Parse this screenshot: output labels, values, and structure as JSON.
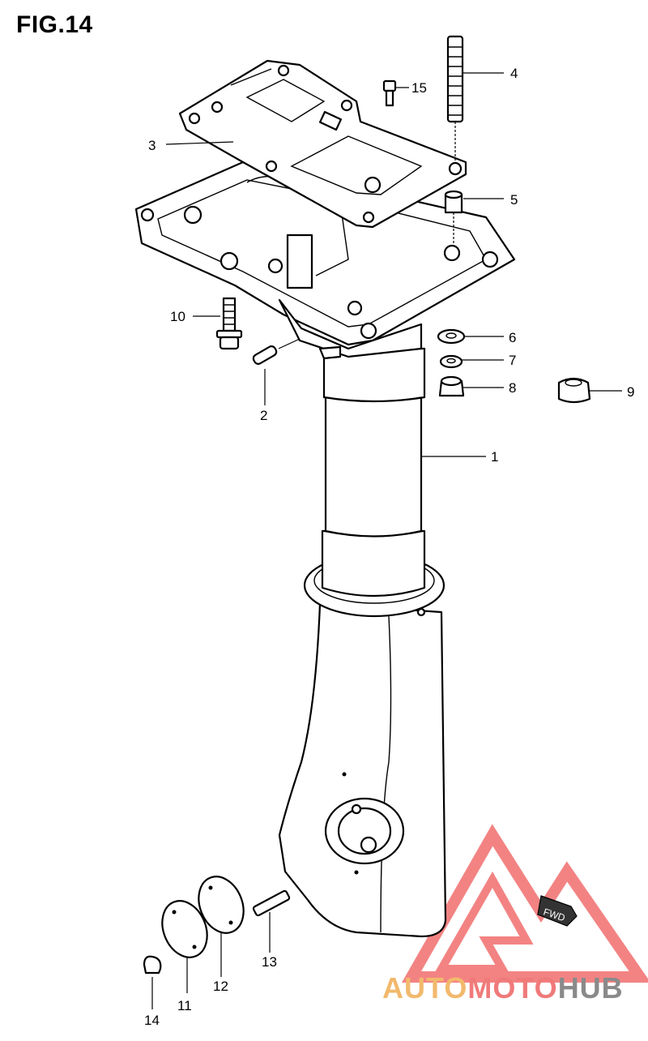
{
  "figure_title": "FIG.14",
  "callouts": [
    {
      "id": "1",
      "label": "1"
    },
    {
      "id": "2",
      "label": "2"
    },
    {
      "id": "3",
      "label": "3"
    },
    {
      "id": "4",
      "label": "4"
    },
    {
      "id": "5",
      "label": "5"
    },
    {
      "id": "6",
      "label": "6"
    },
    {
      "id": "7",
      "label": "7"
    },
    {
      "id": "8",
      "label": "8"
    },
    {
      "id": "9",
      "label": "9"
    },
    {
      "id": "10",
      "label": "10"
    },
    {
      "id": "11",
      "label": "11"
    },
    {
      "id": "12",
      "label": "12"
    },
    {
      "id": "13",
      "label": "13"
    },
    {
      "id": "14",
      "label": "14"
    },
    {
      "id": "15",
      "label": "15"
    }
  ],
  "fwd_tag": "FWD",
  "watermark": {
    "part_a": "AUTO",
    "part_b": "MOTO",
    "part_c": "HUB",
    "color_a": "#f2b96d",
    "color_b": "#f07a7a",
    "color_c": "#8a8a8a",
    "logo_color": "#ef5a5a"
  }
}
